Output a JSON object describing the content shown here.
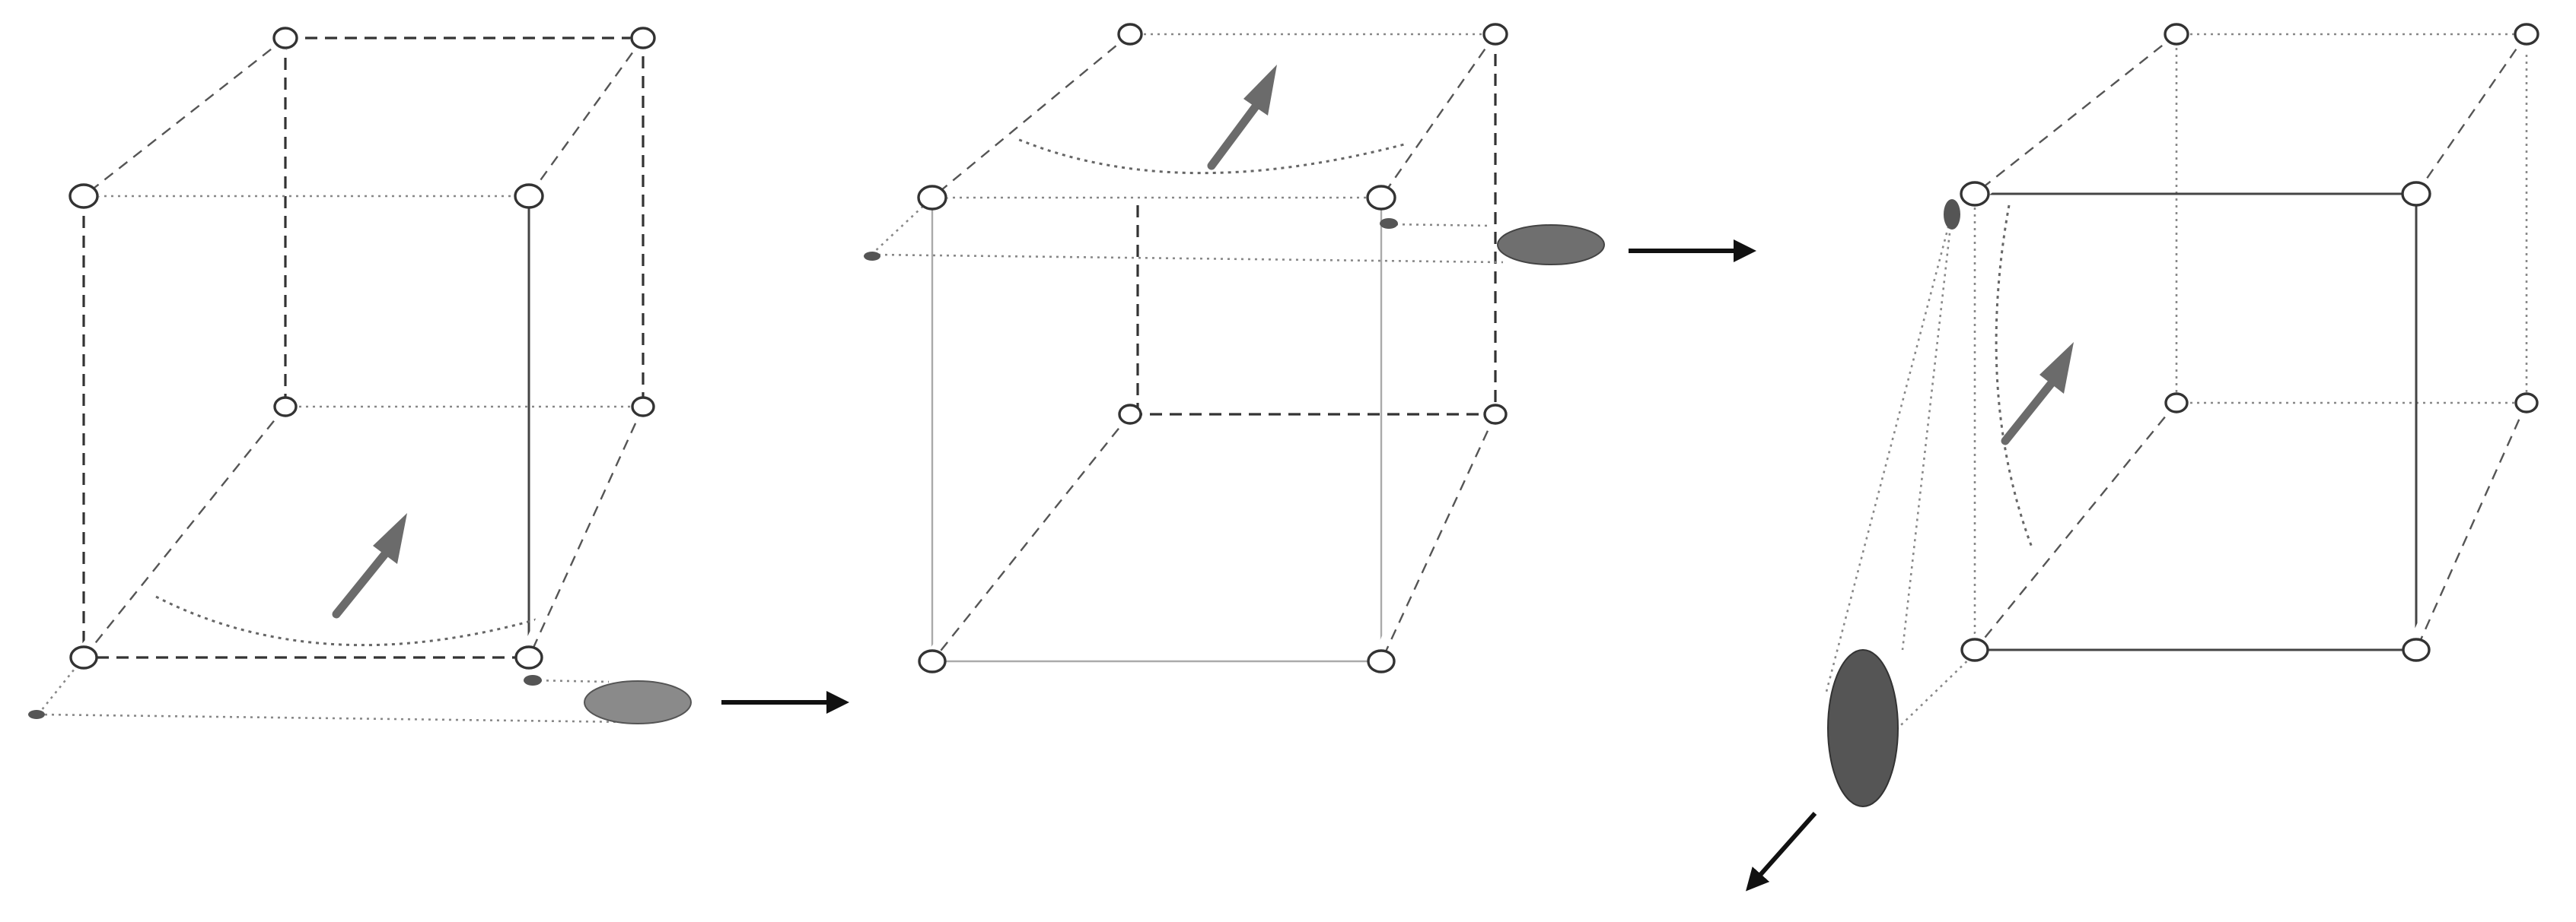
{
  "figure": {
    "panels": [
      {
        "id": "panel-1",
        "spot_color": "#8a8a8a"
      },
      {
        "id": "panel-2",
        "spot_color": "#6f6f6f"
      },
      {
        "id": "panel-3",
        "spot_color": "#555555"
      }
    ],
    "colors": {
      "ink": "#333333",
      "beam_arrow": "#6b6b6b",
      "transition_arrow": "#111111"
    }
  }
}
